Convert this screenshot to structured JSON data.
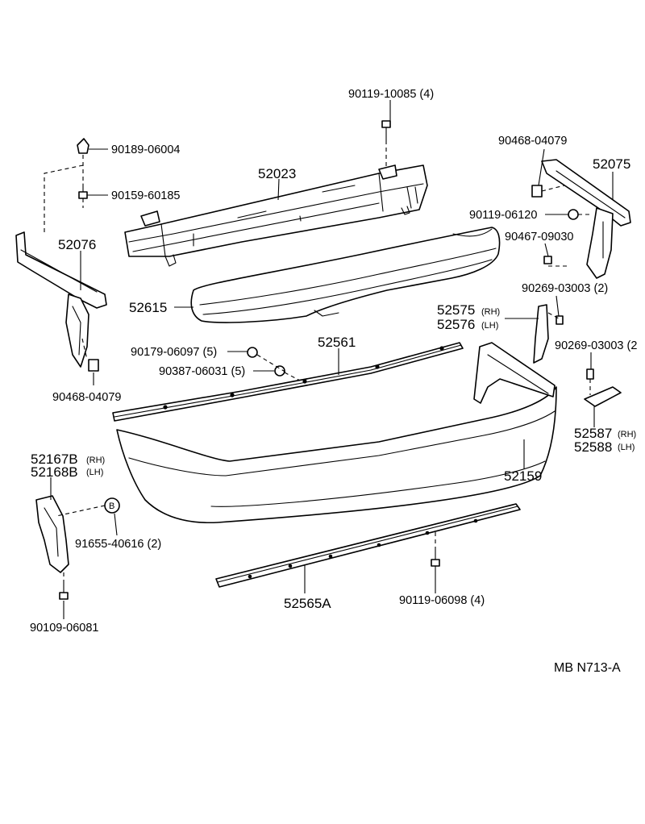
{
  "parts": {
    "bolt_90119_10085": "90119-10085 (4)",
    "clip_90189_06004": "90189-06004",
    "bolt_90159_60185": "90159-60185",
    "reinforcement_52023": "52023",
    "bracket_52076": "52076",
    "absorber_52615": "52615",
    "nut_90468_04079_left": "90468-04079",
    "nut_90468_04079_right": "90468-04079",
    "bracket_52075": "52075",
    "bolt_90119_06120": "90119-06120",
    "screw_90467_09030": "90467-09030",
    "rivet_90269_03003_a": "90269-03003 (2)",
    "rivet_90269_03003_b": "90269-03003 (2",
    "nut_90179_06097": "90179-06097 (5)",
    "nut_90387_06031": "90387-06031 (5)",
    "moulding_52561": "52561",
    "side_52575": "52575",
    "side_52575_note": "(RH)",
    "side_52576": "52576",
    "side_52576_note": "(LH)",
    "retainer_52587": "52587",
    "retainer_52587_note": "(RH)",
    "retainer_52588": "52588",
    "retainer_52588_note": "(LH)",
    "cover_52159": "52159",
    "support_52167b": "52167B",
    "support_52167b_note": "(RH)",
    "support_52168b": "52168B",
    "support_52168b_note": "(LH)",
    "grommet_91655_40616": "91655-40616 (2)",
    "grommet_callout": "B",
    "bolt_90109_06081": "90109-06081",
    "reinforcement_52565a": "52565A",
    "bolt_90119_06098": "90119-06098 (4)"
  },
  "diagram_ref": "MB  N713-A"
}
